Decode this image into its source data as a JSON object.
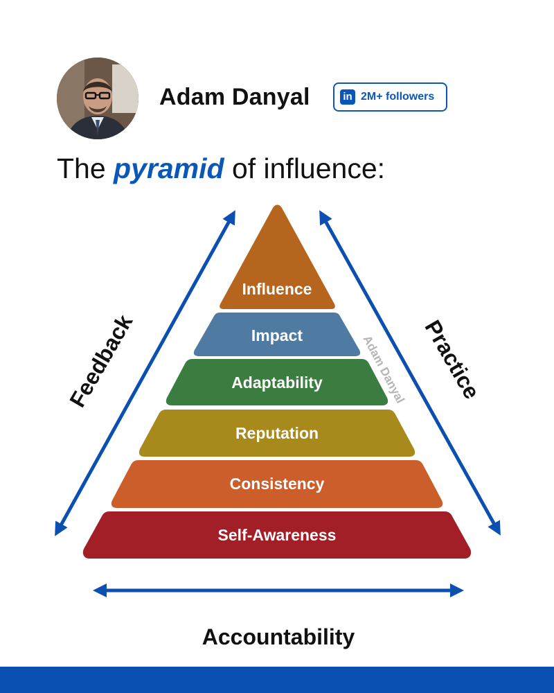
{
  "author": {
    "name": "Adam Danyal",
    "badge_icon": "linkedin-icon",
    "badge_text": "2M+ followers"
  },
  "headline": {
    "before": "The ",
    "accent": "pyramid",
    "after": " of influence:"
  },
  "pyramid": {
    "levels": [
      {
        "label": "Influence",
        "color": "#b5651d"
      },
      {
        "label": "Impact",
        "color": "#4f7ba3"
      },
      {
        "label": "Adaptability",
        "color": "#3b7d40"
      },
      {
        "label": "Reputation",
        "color": "#a8891c"
      },
      {
        "label": "Consistency",
        "color": "#cc5e2b"
      },
      {
        "label": "Self-Awareness",
        "color": "#a31f27"
      }
    ],
    "watermark": "Adam Danyal",
    "arrows": {
      "left": "Feedback",
      "right": "Practice",
      "bottom": "Accountability"
    },
    "arrow_color": "#0b4fb0"
  },
  "footer": {
    "bar_color": "#0b4fb0"
  }
}
